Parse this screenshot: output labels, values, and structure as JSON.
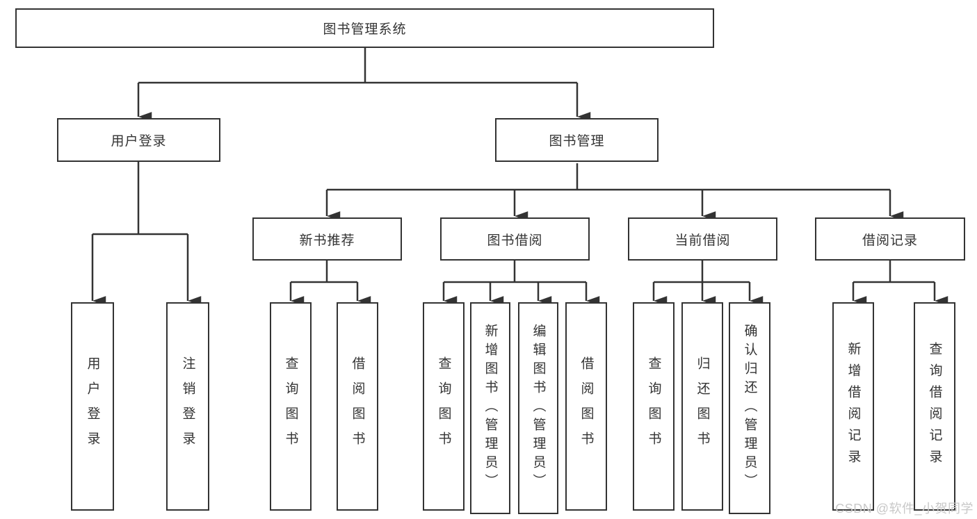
{
  "diagram": {
    "root": {
      "label": "图书管理系统"
    },
    "branches": [
      {
        "label": "用户登录"
      },
      {
        "label": "图书管理"
      }
    ],
    "modules": [
      {
        "label": "新书推荐"
      },
      {
        "label": "图书借阅"
      },
      {
        "label": "当前借阅"
      },
      {
        "label": "借阅记录"
      }
    ],
    "leaves": [
      {
        "label": "用户登录"
      },
      {
        "label": "注销登录"
      },
      {
        "label": "查询图书"
      },
      {
        "label": "借阅图书"
      },
      {
        "label": "查询图书"
      },
      {
        "label": "新增图书（管理员）"
      },
      {
        "label": "编辑图书（管理员）"
      },
      {
        "label": "借阅图书"
      },
      {
        "label": "查询图书"
      },
      {
        "label": "归还图书"
      },
      {
        "label": "确认归还（管理员）"
      },
      {
        "label": "新增借阅记录"
      },
      {
        "label": "查询借阅记录"
      }
    ]
  },
  "watermark": {
    "text": "CSDN @软件_小贺同学"
  },
  "colors": {
    "line": "#333333",
    "box_border": "#333333",
    "text": "#333333",
    "watermark": "#c8c8c8",
    "background": "#ffffff"
  }
}
